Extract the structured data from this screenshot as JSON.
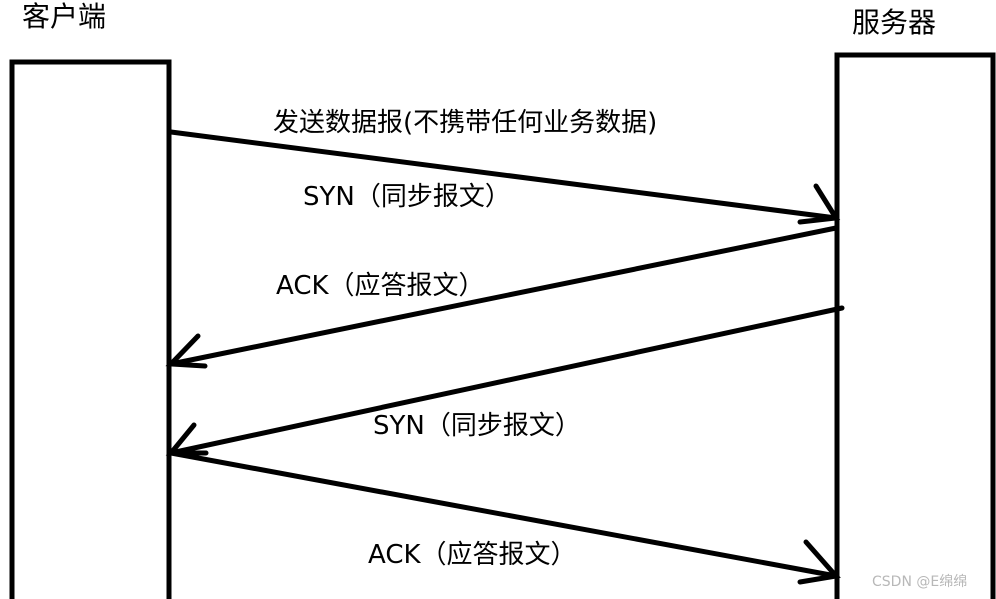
{
  "client": {
    "title": "客户端"
  },
  "server": {
    "title": "服务器"
  },
  "messages": [
    {
      "label": "发送数据报(不携带任何业务数据)",
      "direction": "client-to-server"
    },
    {
      "label": "SYN（同步报文）",
      "direction": "client-to-server"
    },
    {
      "label": "ACK（应答报文）",
      "direction": "server-to-client"
    },
    {
      "label": "SYN（同步报文）",
      "direction": "server-to-client"
    },
    {
      "label": "ACK（应答报文）",
      "direction": "client-to-server"
    }
  ],
  "watermark": "CSDN @E绵绵"
}
